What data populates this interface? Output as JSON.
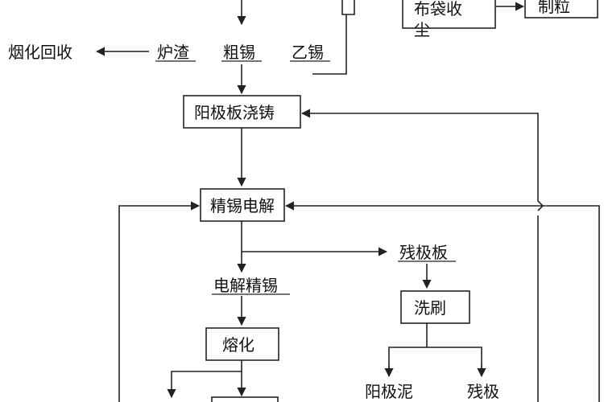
{
  "diagram": {
    "nodes": {
      "bag_dust": [
        "布袋收",
        "尘"
      ],
      "granulate": "制粒",
      "fuming_recovery": "烟化回收",
      "slag": "炉渣",
      "crude_tin": "粗锡",
      "b_tin": "乙锡",
      "anode_casting": "阳极板浇铸",
      "refining_electrolysis": "精锡电解",
      "residual_plate": "残极板",
      "electrolytic_tin": "电解精锡",
      "washing": "洗刷",
      "melting": "熔化",
      "anode_slime": "阳极泥",
      "residual_anode": "残极"
    },
    "colors": {
      "line": "#222222",
      "text": "#111111",
      "background": "#ffffff"
    }
  }
}
